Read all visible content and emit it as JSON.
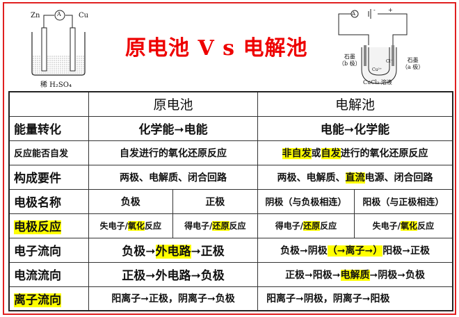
{
  "title": "原电池 V s 电解池",
  "diagram_left": {
    "ammeter": "A",
    "left_electrode": "Zn",
    "right_electrode": "Cu",
    "solution": "稀 H₂SO₄"
  },
  "diagram_right": {
    "ammeter": "A",
    "minus": "-",
    "plus": "+",
    "left_label": "石墨",
    "left_sub": "（b 极）",
    "right_label": "石墨",
    "right_sub": "（a 极）",
    "cu_ion": "Cu²⁺",
    "cl_ion": "Cl⁻",
    "solution": "CuCl₂ 溶液"
  },
  "table": {
    "headers": [
      "原电池",
      "电解池"
    ],
    "rows": {
      "energy": {
        "label": "能量转化",
        "galvanic": "化学能➞电能",
        "electrolytic": "电能➞化学能"
      },
      "spontaneous": {
        "label": "反应能否自发",
        "galvanic": "自发进行的氧化还原反应",
        "e_hl1": "非自发",
        "e_mid": "或",
        "e_hl2": "自发",
        "e_rest": "进行的氧化还原反应"
      },
      "components": {
        "label": "构成要件",
        "galvanic": "两极、电解质、闭合回路",
        "e_pre": "两极、电解质、",
        "e_hl": "直流",
        "e_post": "电源、闭合回路"
      },
      "electrode_name": {
        "label": "电极名称",
        "g_neg": "负极",
        "g_pos": "正极",
        "e_cathode": "阴极（与负极相连）",
        "e_anode": "阳极（与正极相连）"
      },
      "electrode_reaction": {
        "label": "电极反应",
        "c1": [
          "失电子/",
          "氧化",
          "反应"
        ],
        "c2": [
          "得电子/",
          "还原",
          "反应"
        ],
        "c3": [
          "得电子/",
          "还原",
          "反应"
        ],
        "c4": [
          "失电子/",
          "氧化",
          "反应"
        ]
      },
      "electron_flow": {
        "label": "电子流向",
        "g_pre": "负极➞",
        "g_hl": "外电路",
        "g_post": "➞正极",
        "e_pre": "负极➞阴极",
        "e_hl": "（➞离子➞）",
        "e_post": "阳极➞正极"
      },
      "current_flow": {
        "label": "电流流向",
        "galvanic": "正极➞外电路➞负极",
        "e_pre": "正极➞阳极➞",
        "e_hl": "电解质",
        "e_post": "➞阴极➞负极"
      },
      "ion_flow": {
        "label": "离子流向",
        "galvanic": "阳离子➞正极，阴离子➞负极",
        "electrolytic": "阳离子➞阴极，阴离子➞阳极"
      }
    }
  }
}
